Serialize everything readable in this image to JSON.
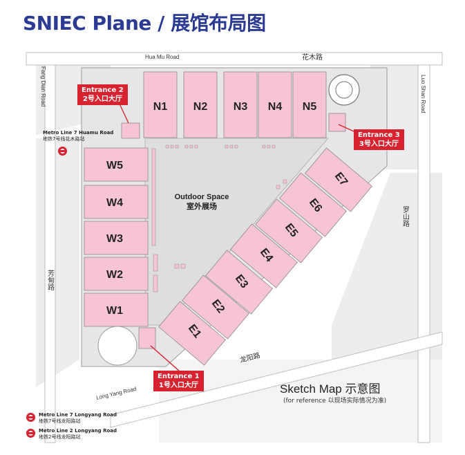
{
  "title": "SNIEC Plane / 展馆布局图",
  "halls": {
    "north": [
      "N1",
      "N2",
      "N3",
      "N4",
      "N5"
    ],
    "west": [
      "W5",
      "W4",
      "W3",
      "W2",
      "W1"
    ],
    "east": [
      "E1",
      "E2",
      "E3",
      "E4",
      "E5",
      "E6",
      "E7"
    ]
  },
  "outdoor": {
    "en": "Outdoor Space",
    "cn": "室外展场"
  },
  "entrances": {
    "e1": {
      "en": "Entrance 1",
      "cn": "1号入口大厅"
    },
    "e2": {
      "en": "Entrance 2",
      "cn": "2号入口大厅"
    },
    "e3": {
      "en": "Entrance 3",
      "cn": "3号入口大厅"
    }
  },
  "roads": {
    "hua_mu_en": "Hua Mu Road",
    "hua_mu_cn": "花木路",
    "fang_dian_en": "Fang Dian Road",
    "fang_dian_cn": "芳甸路",
    "luo_shan_en": "Luo Shan Road",
    "luo_shan_cn": "罗山路",
    "long_yang_en": "Long Yang Road",
    "long_yang_cn": "龙阳路"
  },
  "metro": {
    "huamu_en": "Metro Line 7 Huamu Road",
    "huamu_cn": "地铁7号线花木路站",
    "longyang7_en": "Metro Line 7 Longyang Road",
    "longyang7_cn": "地铁7号线龙阳路站",
    "longyang2_en": "Metro Line 2 Longyang Road",
    "longyang2_cn": "地铁2号线龙阳路站"
  },
  "sketch": {
    "title": "Sketch Map 示意图",
    "note": "(for reference 以现场实际情况为准)"
  },
  "colors": {
    "hall": "#f7c4d6",
    "entrance": "#d7232f",
    "title": "#2b3a93",
    "ground": "#ececec",
    "outdoor": "#e3e3e3"
  }
}
